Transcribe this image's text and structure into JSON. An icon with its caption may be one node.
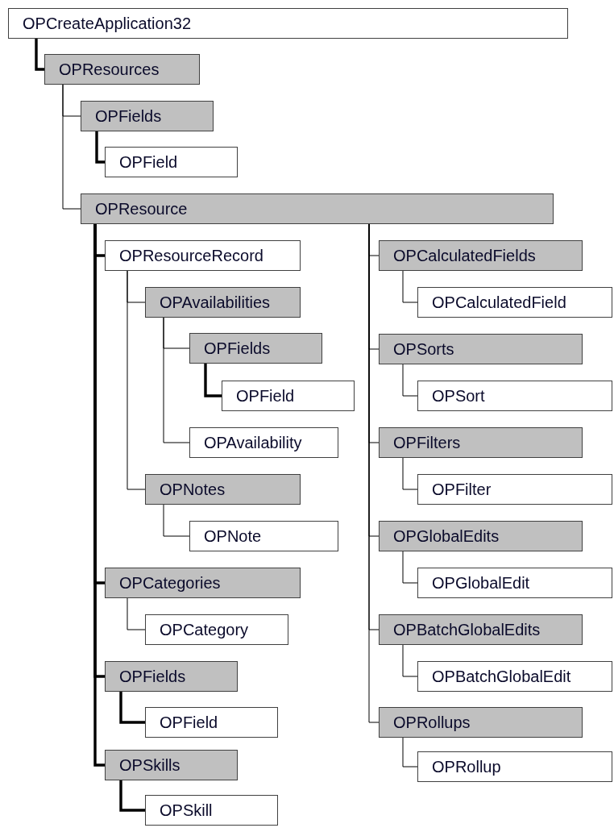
{
  "diagram": {
    "nodes": [
      {
        "text": [
          "OPCreateApplication32"
        ]
      },
      {
        "text": [
          "OPResources"
        ]
      },
      {
        "text": [
          "OPFields"
        ]
      },
      {
        "text": [
          "OPField"
        ]
      },
      {
        "text": [
          "OPResource"
        ]
      },
      {
        "text": [
          "OPResourceRecord"
        ]
      },
      {
        "text": [
          "OPAvailabilities"
        ]
      },
      {
        "text": [
          "OPFields"
        ]
      },
      {
        "text": [
          "OPField"
        ]
      },
      {
        "text": [
          "OPAvailability"
        ]
      },
      {
        "text": [
          "OPNotes"
        ]
      },
      {
        "text": [
          "OPNote"
        ]
      },
      {
        "text": [
          "OPCategories"
        ]
      },
      {
        "text": [
          "OPCategory"
        ]
      },
      {
        "text": [
          "OPFields"
        ]
      },
      {
        "text": [
          "OPField"
        ]
      },
      {
        "text": [
          "OPSkills"
        ]
      },
      {
        "text": [
          "OPSkill"
        ]
      },
      {
        "text": [
          "OPCalculatedFields"
        ]
      },
      {
        "text": [
          "OPCalculatedField"
        ]
      },
      {
        "text": [
          "OPSorts"
        ]
      },
      {
        "text": [
          "OPSort"
        ]
      },
      {
        "text": [
          "OPFilters"
        ]
      },
      {
        "text": [
          "OPFilter"
        ]
      },
      {
        "text": [
          "OPGlobalEdits"
        ]
      },
      {
        "text": [
          "OPGlobalEdit"
        ]
      },
      {
        "text": [
          "OPBatchGlobalEdits"
        ]
      },
      {
        "text": [
          "OPBatchGlobalEdit"
        ]
      },
      {
        "text": [
          "OPRollups"
        ]
      },
      {
        "text": [
          "OPRollup"
        ]
      }
    ],
    "edges": [
      {
        "from": 0,
        "to": 1,
        "arrow": "none",
        "style": "thick"
      },
      {
        "from": 1,
        "to": 2,
        "arrow": "none"
      },
      {
        "from": 2,
        "to": 3,
        "arrow": "none",
        "style": "thick"
      },
      {
        "from": 1,
        "to": 4,
        "arrow": "none"
      },
      {
        "from": 4,
        "to": 5,
        "arrow": "none",
        "style": "thick"
      },
      {
        "from": 5,
        "to": 6,
        "arrow": "none"
      },
      {
        "from": 6,
        "to": 7,
        "arrow": "none"
      },
      {
        "from": 7,
        "to": 8,
        "arrow": "none",
        "style": "thick"
      },
      {
        "from": 6,
        "to": 9,
        "arrow": "none"
      },
      {
        "from": 5,
        "to": 10,
        "arrow": "none"
      },
      {
        "from": 10,
        "to": 11,
        "arrow": "none"
      },
      {
        "from": 4,
        "to": 12,
        "arrow": "none",
        "style": "thick"
      },
      {
        "from": 12,
        "to": 13,
        "arrow": "none"
      },
      {
        "from": 4,
        "to": 14,
        "arrow": "none",
        "style": "thick"
      },
      {
        "from": 14,
        "to": 15,
        "arrow": "none",
        "style": "thick"
      },
      {
        "from": 4,
        "to": 16,
        "arrow": "none",
        "style": "thick"
      },
      {
        "from": 16,
        "to": 17,
        "arrow": "none",
        "style": "thick"
      },
      {
        "from": 4,
        "to": 18,
        "arrow": "none"
      },
      {
        "from": 18,
        "to": 19,
        "arrow": "none"
      },
      {
        "from": 4,
        "to": 20,
        "arrow": "none"
      },
      {
        "from": 20,
        "to": 21,
        "arrow": "none"
      },
      {
        "from": 4,
        "to": 22,
        "arrow": "none"
      },
      {
        "from": 22,
        "to": 23,
        "arrow": "none"
      },
      {
        "from": 4,
        "to": 24,
        "arrow": "none"
      },
      {
        "from": 24,
        "to": 25,
        "arrow": "none"
      },
      {
        "from": 4,
        "to": 26,
        "arrow": "none"
      },
      {
        "from": 26,
        "to": 27,
        "arrow": "none"
      },
      {
        "from": 4,
        "to": 28,
        "arrow": "none"
      },
      {
        "from": 28,
        "to": 29,
        "arrow": "none"
      }
    ]
  }
}
